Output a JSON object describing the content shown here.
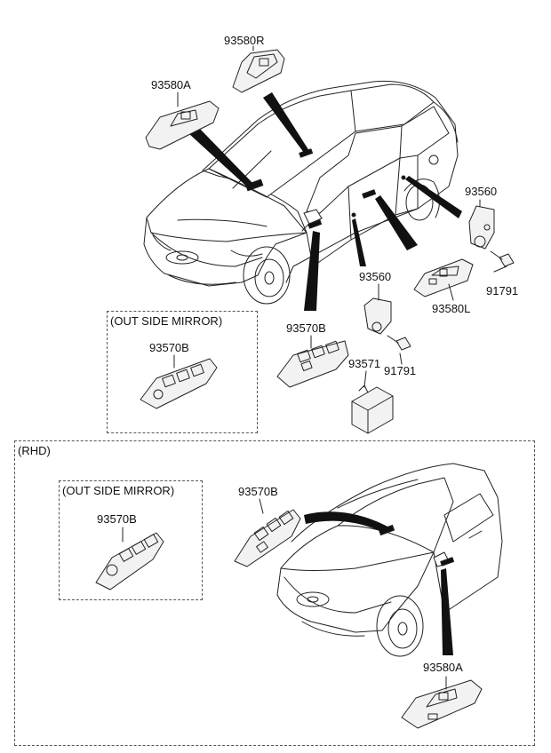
{
  "labels": {
    "p93580R": "93580R",
    "p93580A_top": "93580A",
    "p93560_right": "93560",
    "p93560_mid": "93560",
    "p91791_right": "91791",
    "p91791_mid": "91791",
    "p93580L": "93580L",
    "p93570B_main": "93570B",
    "p93571": "93571",
    "p93570B_mirror_top": "93570B",
    "p93570B_rhd": "93570B",
    "p93570B_mirror_rhd": "93570B",
    "p93580A_rhd": "93580A"
  },
  "groups": {
    "out_side_mirror_top": "(OUT SIDE MIRROR)",
    "rhd": "(RHD)",
    "out_side_mirror_rhd": "(OUT SIDE MIRROR)"
  },
  "colors": {
    "line": "#222222",
    "part_fill": "#f2f2f2",
    "pointer": "#111111"
  }
}
